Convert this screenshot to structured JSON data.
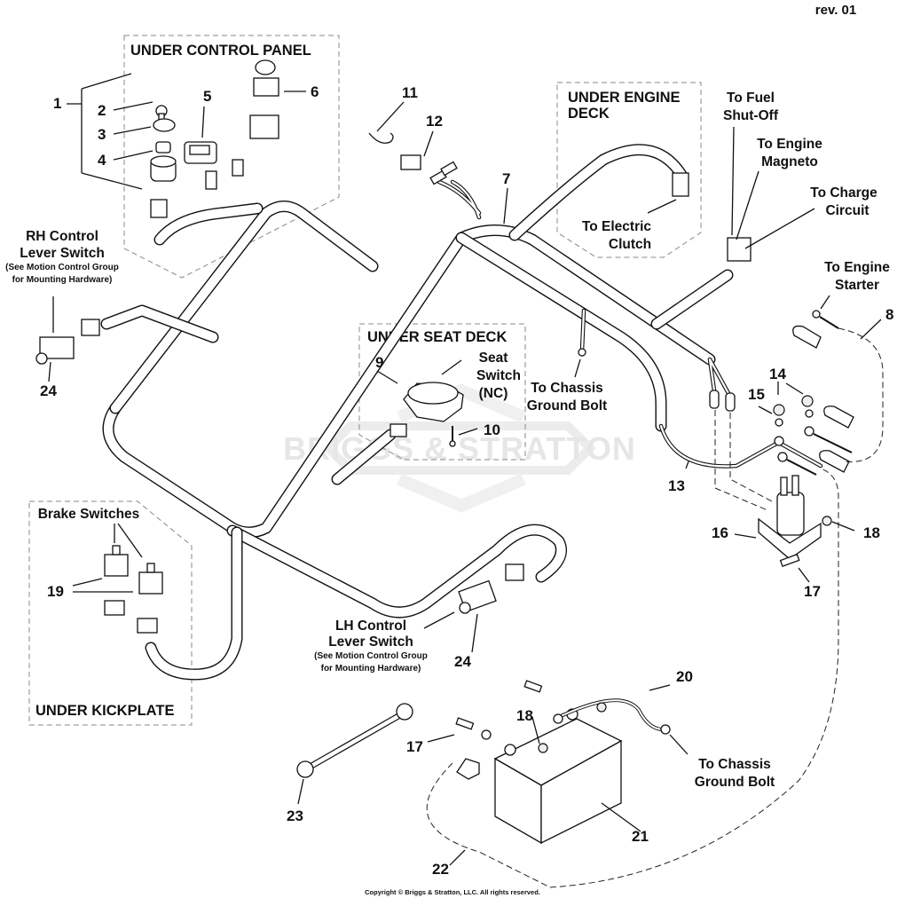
{
  "header": {
    "revision": "rev. 01"
  },
  "watermark": "BRIGGS & STRATTON",
  "footer": {
    "copyright": "Copyright © Briggs & Stratton, LLC. All rights reserved."
  },
  "sections": {
    "under_control_panel": "UNDER CONTROL PANEL",
    "under_engine_deck_line1": "UNDER ENGINE",
    "under_engine_deck_line2": "DECK",
    "under_seat_deck": "UNDER SEAT DECK",
    "under_kickplate": "UNDER KICKPLATE"
  },
  "callouts": {
    "rh_control_line1": "RH Control",
    "rh_control_line2": "Lever Switch",
    "rh_control_note1": "(See Motion Control Group",
    "rh_control_note2": "for Mounting Hardware)",
    "lh_control_line1": "LH Control",
    "lh_control_line2": "Lever Switch",
    "lh_control_note1": "(See Motion Control Group",
    "lh_control_note2": "for Mounting Hardware)",
    "electric_clutch_line1": "To Electric",
    "electric_clutch_line2": "Clutch",
    "fuel_shutoff_line1": "To Fuel",
    "fuel_shutoff_line2": "Shut-Off",
    "engine_magneto_line1": "To Engine",
    "engine_magneto_line2": "Magneto",
    "charge_circuit_line1": "To Charge",
    "charge_circuit_line2": "Circuit",
    "engine_starter_line1": "To Engine",
    "engine_starter_line2": "Starter",
    "seat_switch_line1": "Seat",
    "seat_switch_line2": "Switch",
    "seat_switch_line3": "(NC)",
    "chassis_ground_1_line1": "To Chassis",
    "chassis_ground_1_line2": "Ground Bolt",
    "chassis_ground_2_line1": "To Chassis",
    "chassis_ground_2_line2": "Ground Bolt",
    "brake_switches": "Brake Switches"
  },
  "part_numbers": {
    "p1": "1",
    "p2": "2",
    "p3": "3",
    "p4": "4",
    "p5": "5",
    "p6": "6",
    "p7": "7",
    "p8": "8",
    "p9": "9",
    "p10": "10",
    "p11": "11",
    "p12": "12",
    "p13": "13",
    "p14": "14",
    "p15": "15",
    "p16": "16",
    "p17a": "17",
    "p17b": "17",
    "p18a": "18",
    "p18b": "18",
    "p19": "19",
    "p20": "20",
    "p21": "21",
    "p22": "22",
    "p23": "23",
    "p24a": "24",
    "p24b": "24"
  }
}
